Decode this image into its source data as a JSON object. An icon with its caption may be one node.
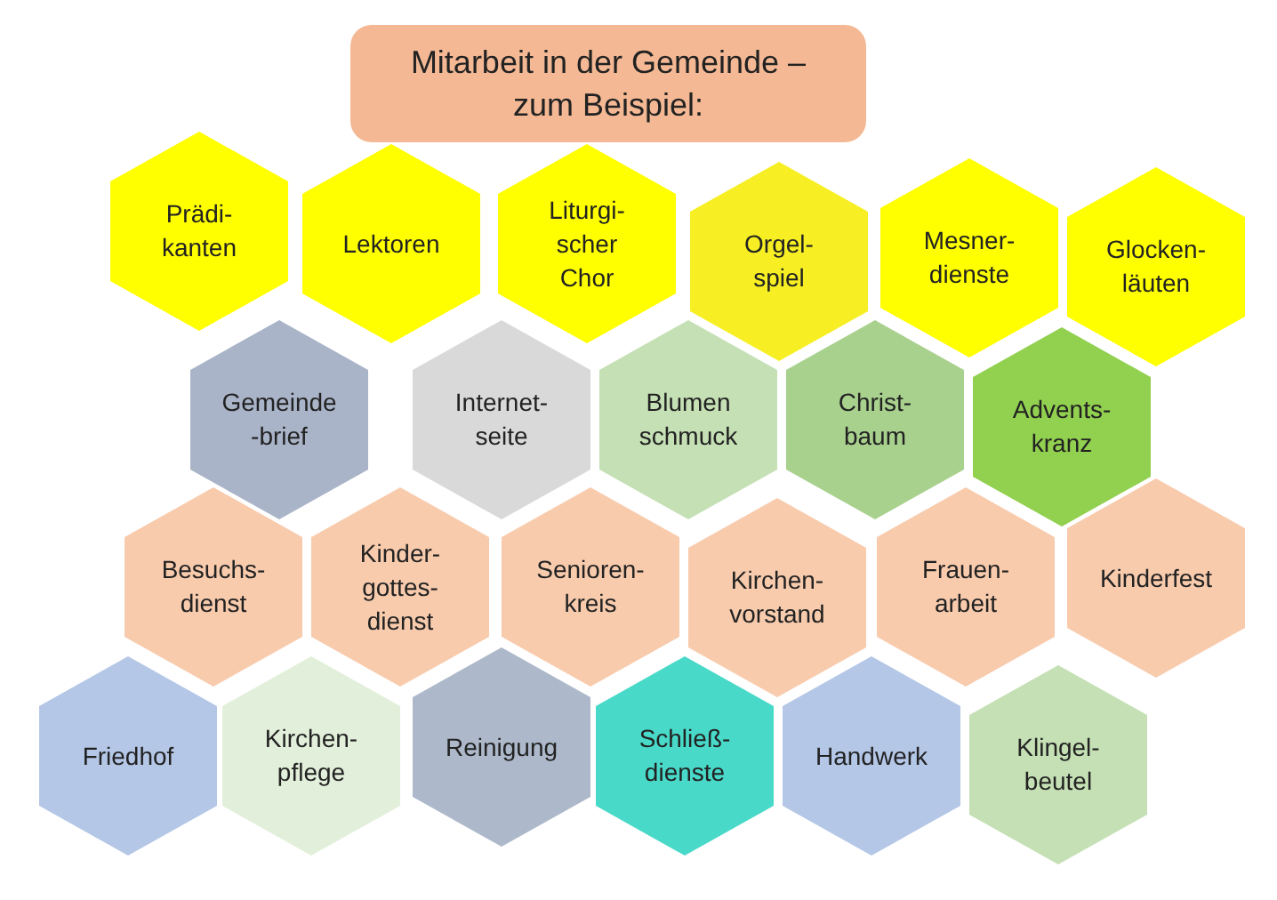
{
  "diagram": {
    "nodes": [
      {
        "text": [
          "Mitarbeit in der Gemeinde – zum Beispiel:"
        ]
      },
      {
        "text": [
          "Prädi- kanten"
        ]
      },
      {
        "text": [
          "Lektoren"
        ]
      },
      {
        "text": [
          "Liturgi- scher Chor"
        ]
      },
      {
        "text": [
          "Orgel- spiel"
        ]
      },
      {
        "text": [
          "Mesner- dienste"
        ]
      },
      {
        "text": [
          "Glocken- läuten"
        ]
      },
      {
        "text": [
          "Gemeinde -brief"
        ]
      },
      {
        "text": [
          "Internet- seite"
        ]
      },
      {
        "text": [
          "Blumen schmuck"
        ]
      },
      {
        "text": [
          "Christ- baum"
        ]
      },
      {
        "text": [
          "Advents- kranz"
        ]
      },
      {
        "text": [
          "Besuchs- dienst"
        ]
      },
      {
        "text": [
          "Kinder- gottes- dienst"
        ]
      },
      {
        "text": [
          "Senioren- kreis"
        ]
      },
      {
        "text": [
          "Kirchen- vorstand"
        ]
      },
      {
        "text": [
          "Frauen- arbeit"
        ]
      },
      {
        "text": [
          "Kinderfest"
        ]
      },
      {
        "text": [
          "Friedhof"
        ]
      },
      {
        "text": [
          "Kirchen- pflege"
        ]
      },
      {
        "text": [
          "Reinigung"
        ]
      },
      {
        "text": [
          "Schließ- dienste"
        ]
      },
      {
        "text": [
          "Handwerk"
        ]
      },
      {
        "text": [
          "Klingel- beutel"
        ]
      }
    ]
  }
}
